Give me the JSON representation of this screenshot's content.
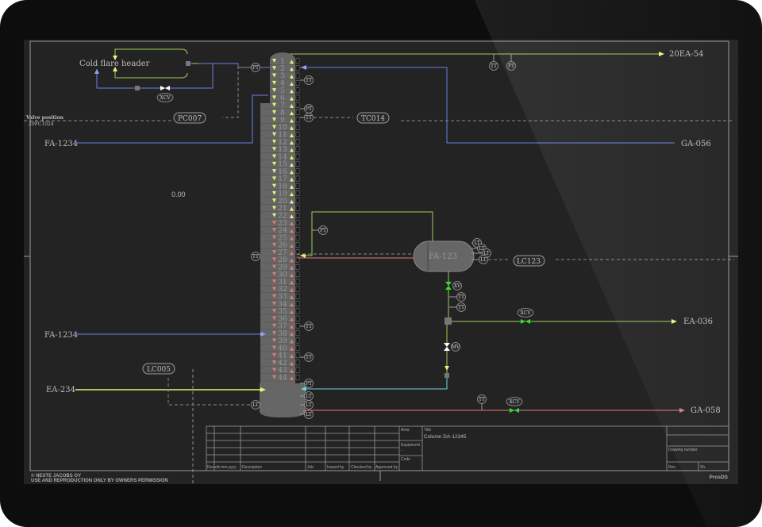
{
  "colors": {
    "frame": "#0d0d0d",
    "screen": "#232323",
    "green": "#9ccc5a",
    "blue": "#6f7fe0",
    "yellow": "#e8f27a",
    "red": "#e07a78",
    "cyan": "#6ad6e0",
    "valve_green": "#33dd33",
    "vessel": "#666666"
  },
  "drawing": {
    "cold_flare_header": "Cold flare header",
    "valve_position": "Valve position",
    "valve_position_tag": "20FC1024",
    "value_readout": "0.00",
    "streams": {
      "fa1234_top": "FA-1234",
      "fa1234_bottom": "FA-1234",
      "ea234": "EA-234",
      "ea20_54": "20EA-54",
      "ga056": "GA-056",
      "ea036": "EA-036",
      "ga058": "GA-058"
    },
    "controllers": {
      "pc007": "PC007",
      "tc014": "TC014",
      "lc123": "LC123",
      "lc005": "LC005"
    },
    "vessel": "FA-123",
    "instruments": {
      "pt": "PT",
      "tt": "TT",
      "lt": "LT",
      "xcv": "XCV",
      "xv": "XV",
      "mv": "MV"
    },
    "trays": {
      "count": 44,
      "upper_flow_until": 22
    }
  },
  "title_block": {
    "rev_headers": [
      "Rev.",
      "dd.mm.yyyy",
      "Description",
      "Job",
      "Issued by",
      "Checked by",
      "Approved by"
    ],
    "area_label": "Area",
    "equipment_label": "Equipment",
    "equipment_value": "-",
    "code_label": "Code",
    "title_label": "Title",
    "title_value": "Column DA-12345",
    "drawing_number_label": "Drawing number",
    "rev_label": "Rev.",
    "sheet_label": "Sh."
  },
  "footer": {
    "copyright": "© NESTE JACOBS OY",
    "usage": "USE AND REPRODUCTION ONLY BY OWNERS PERMISSION",
    "brand": "ProsDS"
  }
}
